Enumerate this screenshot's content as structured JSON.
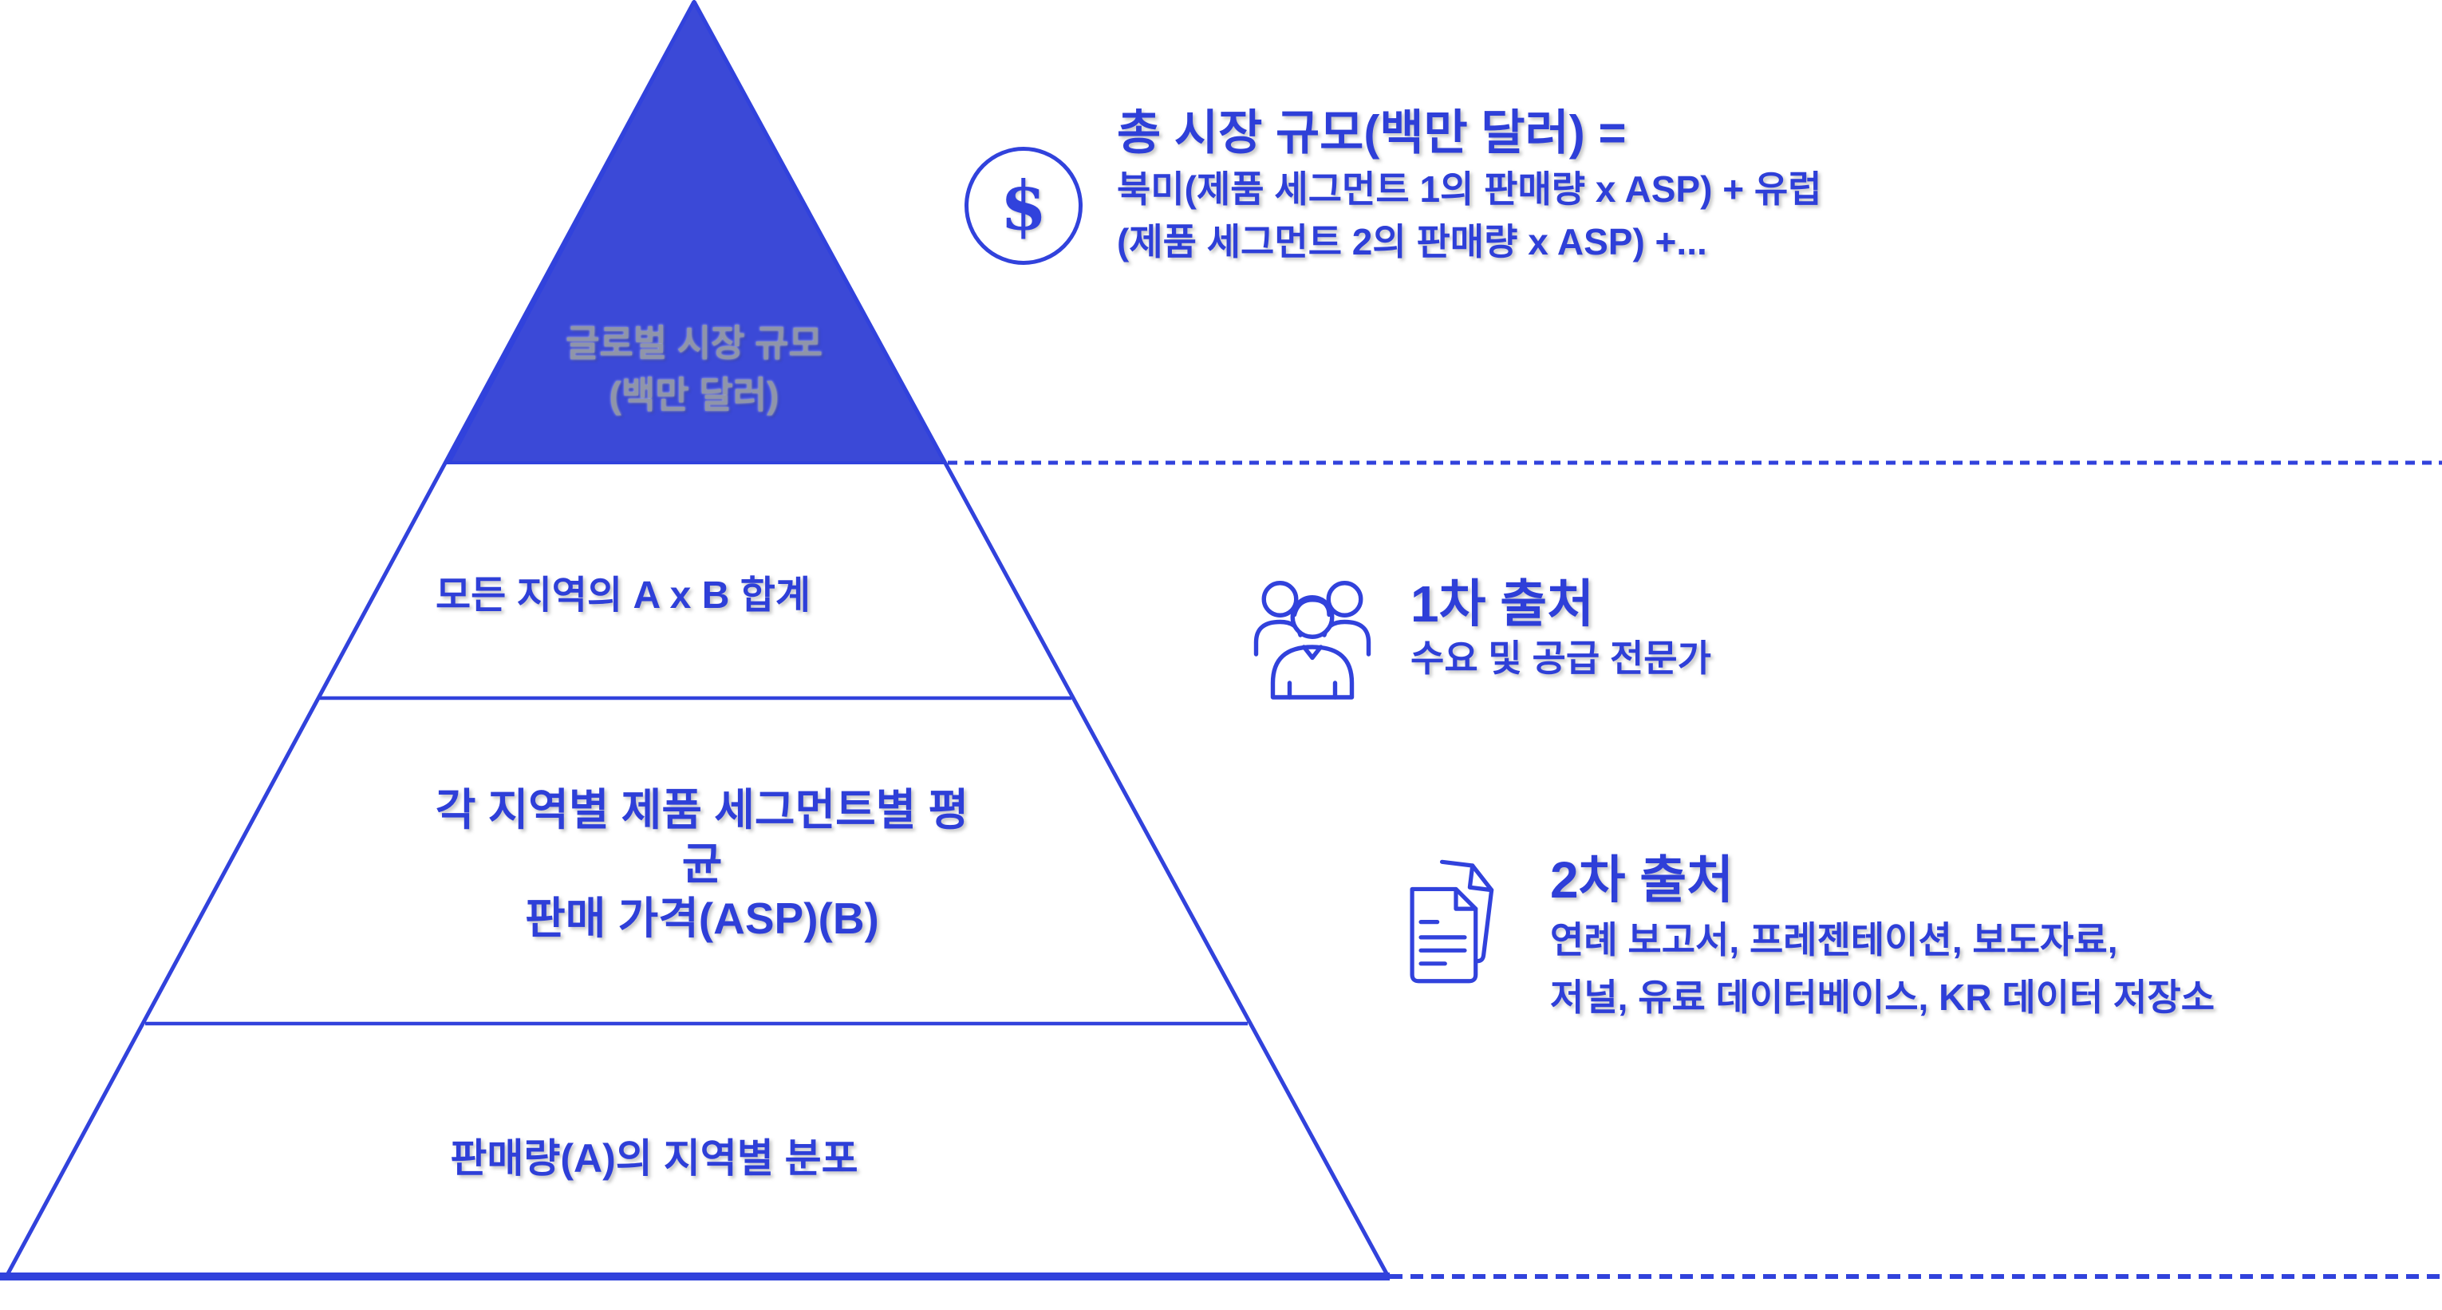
{
  "colors": {
    "accent": "#3142dc",
    "pyramid_fill": "#3b49d7",
    "muted_level_text": "#8f95a9",
    "background": "#ffffff"
  },
  "pyramid": {
    "levels": [
      {
        "name": "global-market-size",
        "lines": [
          "글로벌 시장 규모",
          "(백만 달러)"
        ]
      },
      {
        "name": "sum-axb-all-regions",
        "lines": [
          "모든 지역의 A x B 합계"
        ]
      },
      {
        "name": "asp-per-segment",
        "lines": [
          "각 지역별 제품 세그먼트별 평균",
          "판매 가격(ASP)(B)"
        ]
      },
      {
        "name": "sales-volume-distribution",
        "lines": [
          "판매량(A)의 지역별 분포"
        ]
      }
    ]
  },
  "annotations": {
    "market_size": {
      "icon": "dollar-circle-icon",
      "symbol": "$",
      "title": "총 시장 규모(백만 달러) =",
      "lines": [
        "북미(제품 세그먼트 1의 판매량 x ASP) + 유럽",
        "(제품 세그먼트 2의 판매량 x ASP) +..."
      ]
    },
    "primary_sources": {
      "icon": "people-group-icon",
      "title": "1차 출처",
      "description": "수요 및 공급 전문가"
    },
    "secondary_sources": {
      "icon": "documents-icon",
      "title": "2차 출처",
      "lines": [
        "연례 보고서, 프레젠테이션, 보도자료,",
        "저널, 유료 데이터베이스, KR 데이터 저장소"
      ]
    }
  }
}
